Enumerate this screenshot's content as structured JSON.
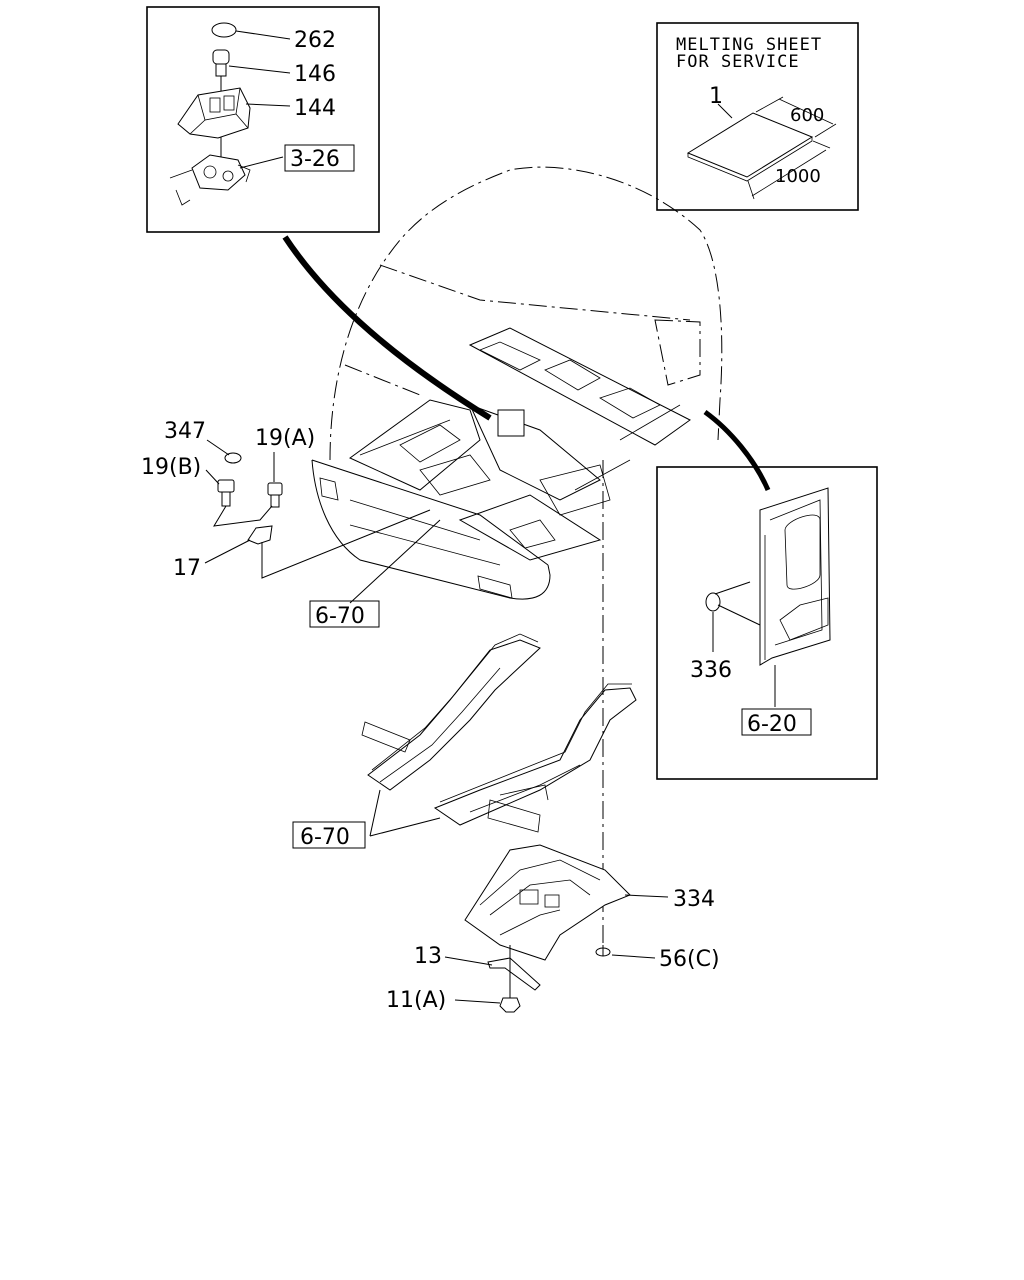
{
  "callouts": {
    "c262": "262",
    "c146": "146",
    "c144": "144",
    "c3_26": "3-26",
    "c347": "347",
    "c19a": "19(A)",
    "c19b": "19(B)",
    "c17": "17",
    "c6_70_top": "6-70",
    "c336": "336",
    "c6_20": "6-20",
    "c6_70_bottom": "6-70",
    "c334": "334",
    "c13": "13",
    "c56c": "56(C)",
    "c11a": "11(A)"
  },
  "melting_sheet": {
    "title_line1": "MELTING SHEET",
    "title_line2": "FOR SERVICE",
    "item": "1",
    "width": "600",
    "length": "1000"
  }
}
